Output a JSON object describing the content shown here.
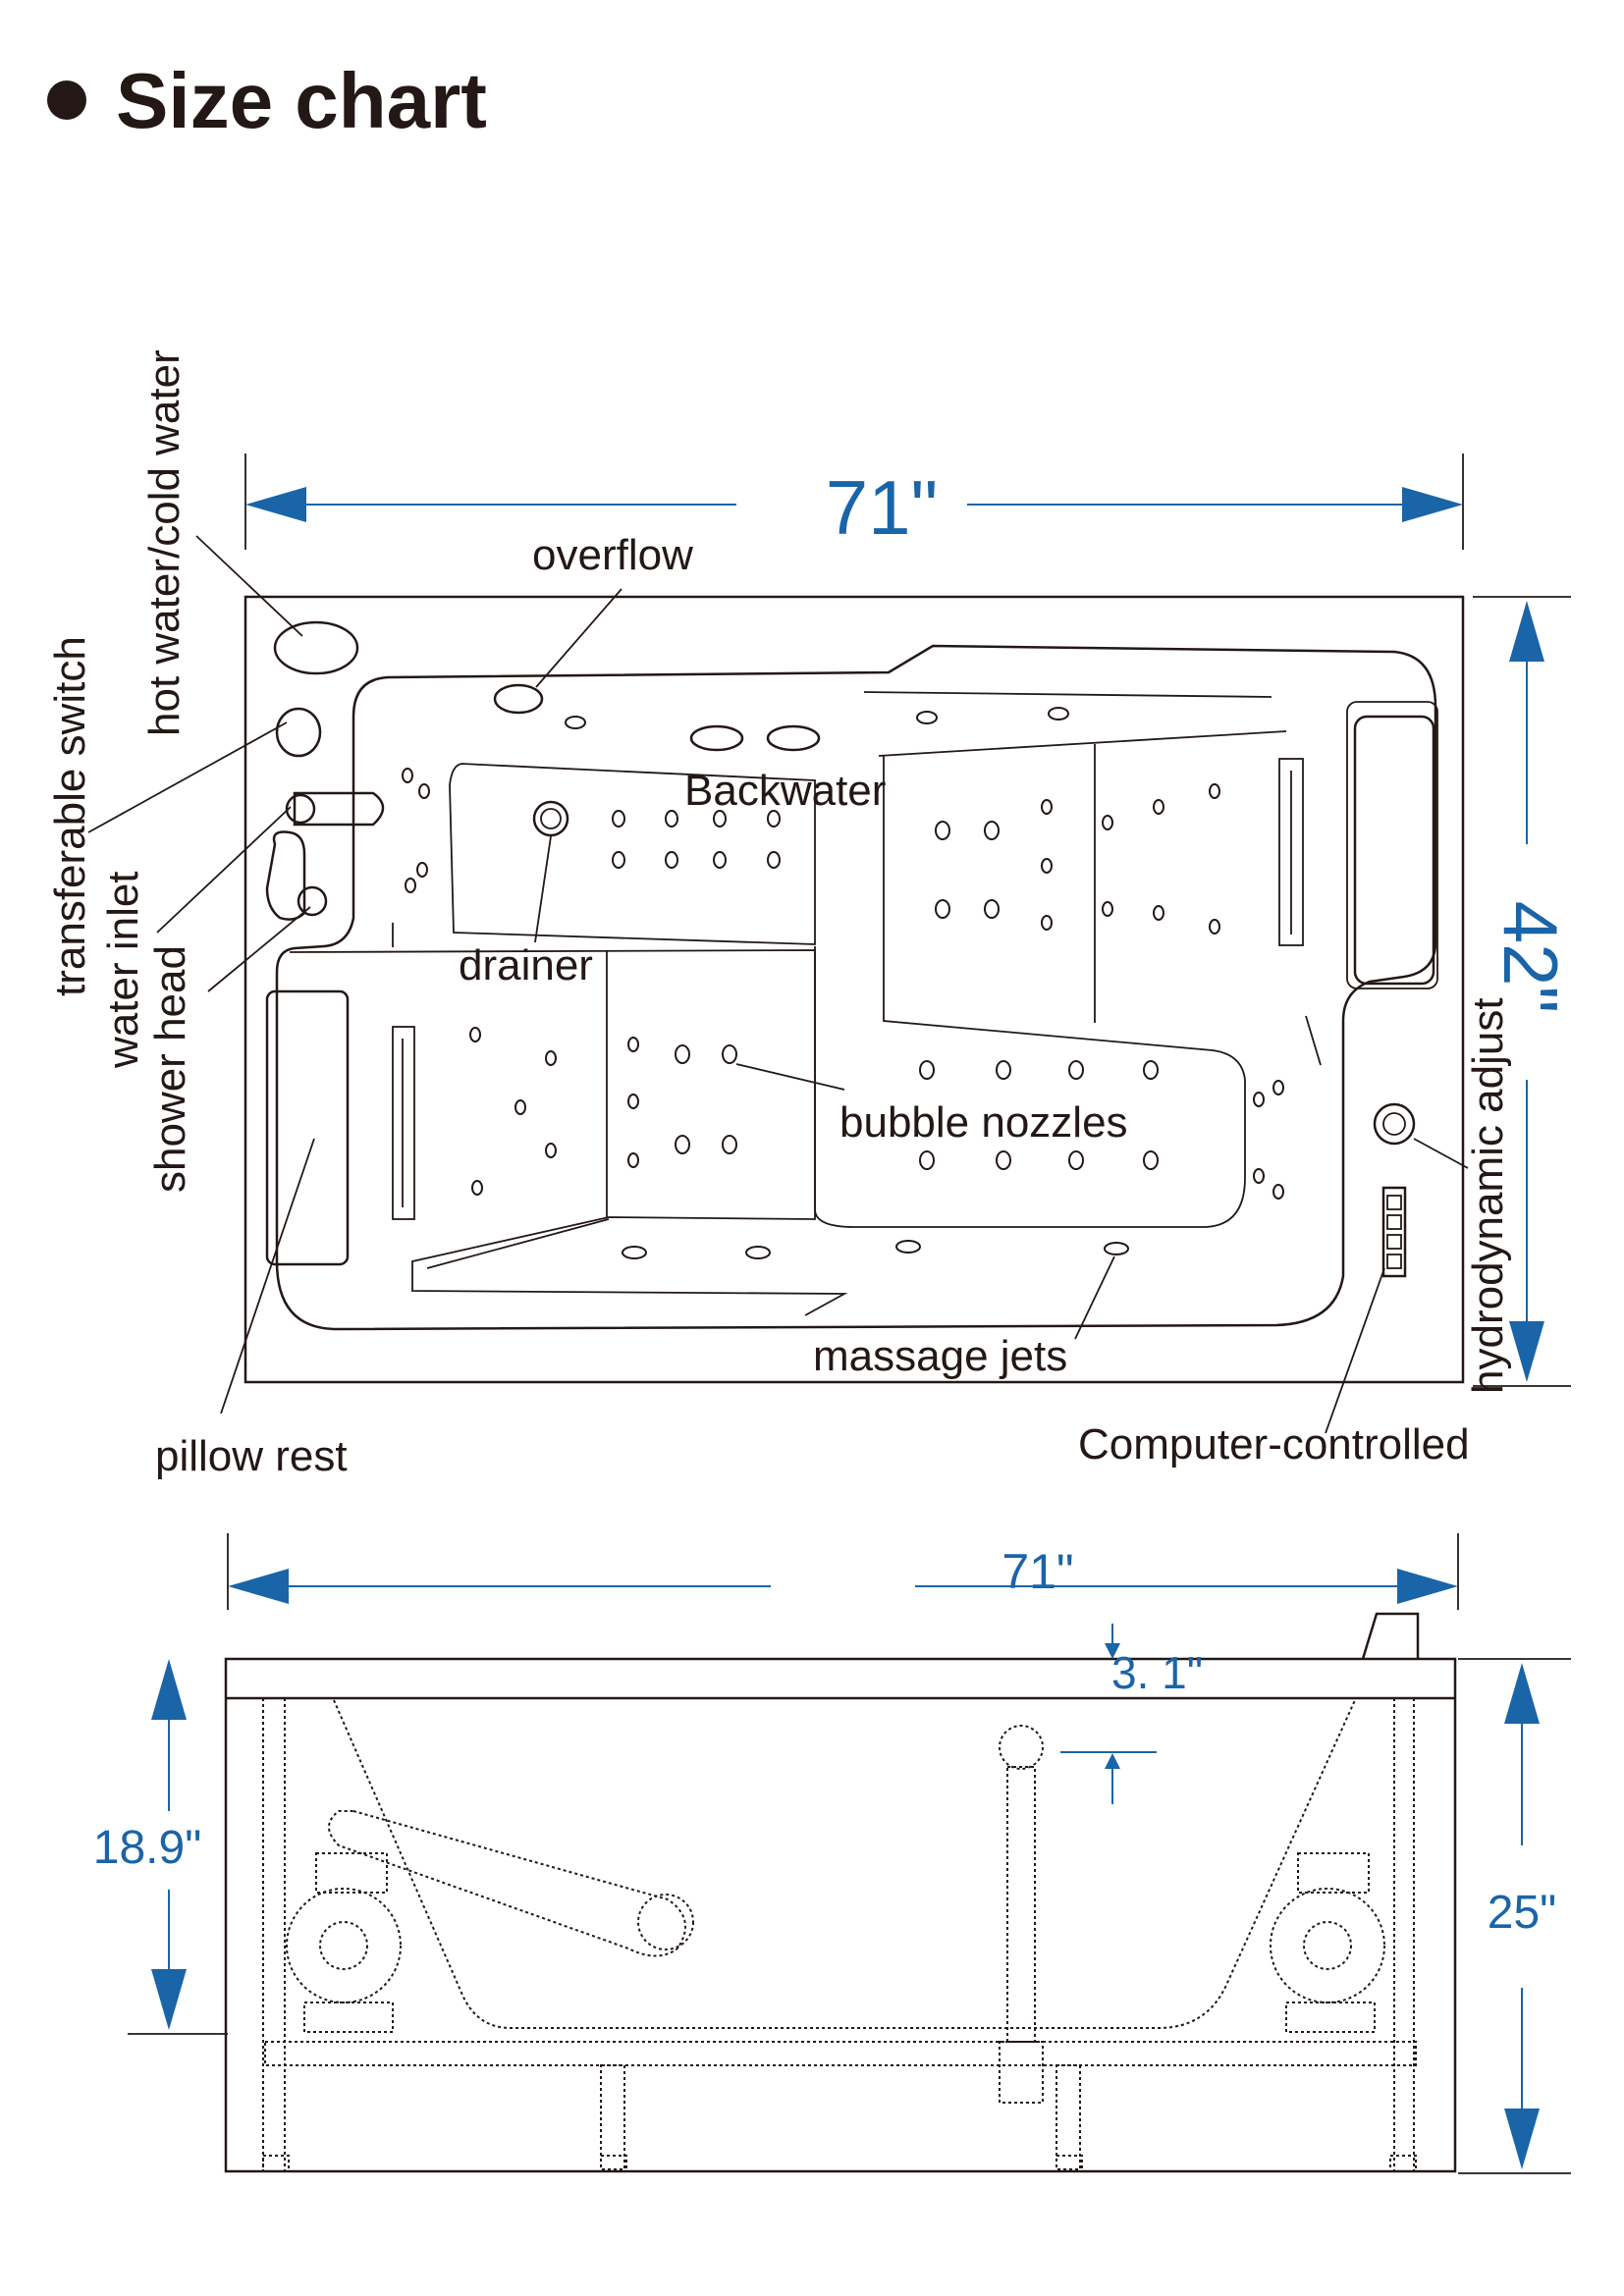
{
  "title": "Size chart",
  "colors": {
    "dimension": "#1a64a8",
    "line": "#231815"
  },
  "top_view": {
    "width_label": "71\"",
    "depth_label": "42\"",
    "labels": {
      "hot_cold": "hot water/cold water",
      "transferable_switch": "transferable switch",
      "water_inlet": "water inlet",
      "shower_head": "shower head",
      "overflow": "overflow",
      "backwater": "Backwater",
      "drainer": "drainer",
      "bubble_nozzles": "bubble nozzles",
      "hydrodynamic_adjust": "hydrodynamic adjust",
      "massage_jets": "massage jets",
      "pillow_rest": "pillow rest",
      "computer_controlled": "Computer-controlled"
    }
  },
  "side_view": {
    "width_label": "71\"",
    "rim_label": "3. 1\"",
    "inner_height_label": "18.9\"",
    "total_height_label": "25\""
  }
}
